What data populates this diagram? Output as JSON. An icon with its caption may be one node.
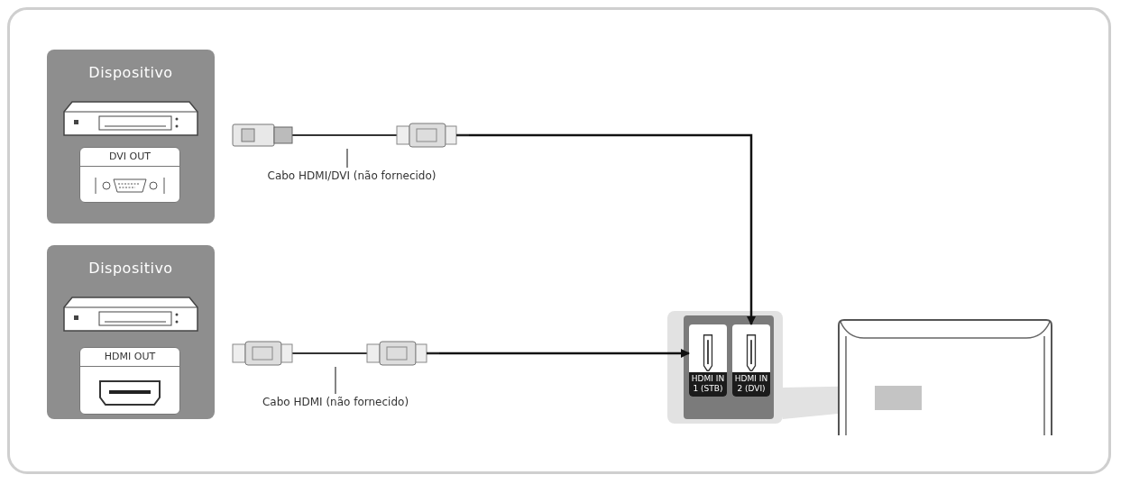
{
  "diagram": {
    "nodes": [
      {
        "text": [
          "Dispositivo"
        ]
      },
      {
        "text": [
          "DVI OUT"
        ],
        "in": 0
      },
      {
        "text": [],
        "shape": "picture"
      },
      {
        "text": [
          "Cabo HDMI/DVI (não fornecido)"
        ]
      },
      {
        "text": [
          "Dispositivo"
        ]
      },
      {
        "text": [
          "HDMI OUT"
        ],
        "in": 4
      },
      {
        "text": [],
        "shape": "picture"
      },
      {
        "text": [
          "Cabo HDMI (não fornecido)"
        ]
      },
      {
        "text": [],
        "shape": "box"
      },
      {
        "text": [
          "HDMI IN 1 (STB)"
        ],
        "in": 8
      },
      {
        "text": [
          "HDMI IN 2 (DVI)"
        ],
        "in": 8
      },
      {
        "text": [],
        "shape": "picture"
      }
    ],
    "edges": [
      {
        "from": 2,
        "to": 10,
        "arrow": "to"
      },
      {
        "from": 6,
        "to": 9,
        "arrow": "to"
      },
      {
        "from": 3,
        "to": 2,
        "arrow": "none"
      },
      {
        "from": 7,
        "to": 6,
        "arrow": "none"
      }
    ]
  }
}
